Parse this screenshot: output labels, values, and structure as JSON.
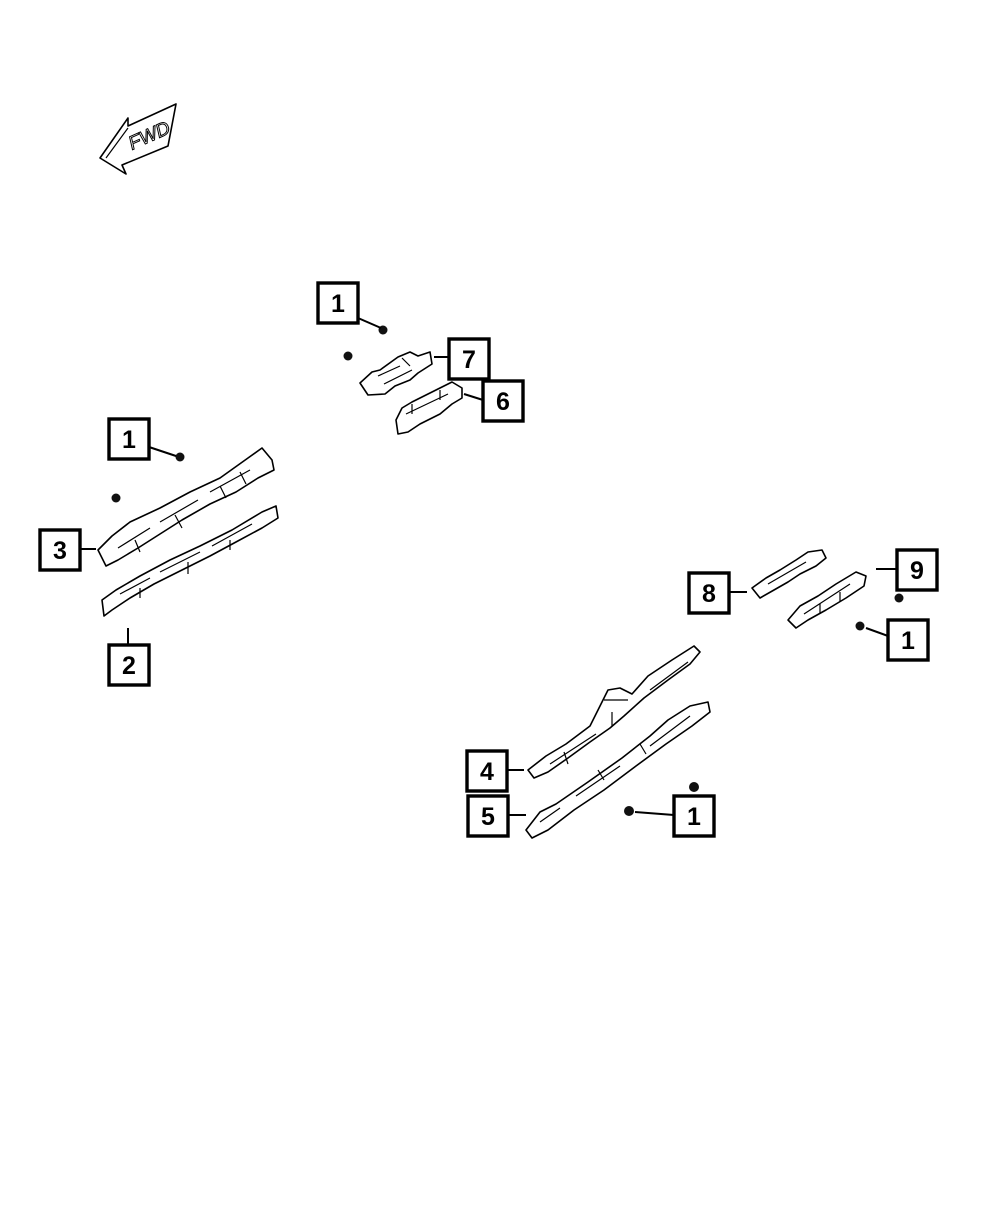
{
  "orientation": {
    "label": "FWD",
    "icon": "forward-arrow-icon"
  },
  "callouts": [
    {
      "id": "1",
      "label": "1"
    },
    {
      "id": "1",
      "label": "1"
    },
    {
      "id": "1",
      "label": "1"
    },
    {
      "id": "1",
      "label": "1"
    },
    {
      "id": "2",
      "label": "2"
    },
    {
      "id": "3",
      "label": "3"
    },
    {
      "id": "4",
      "label": "4"
    },
    {
      "id": "5",
      "label": "5"
    },
    {
      "id": "6",
      "label": "6"
    },
    {
      "id": "7",
      "label": "7"
    },
    {
      "id": "8",
      "label": "8"
    },
    {
      "id": "9",
      "label": "9"
    }
  ],
  "colors": {
    "line": "#000000",
    "background": "#ffffff"
  }
}
